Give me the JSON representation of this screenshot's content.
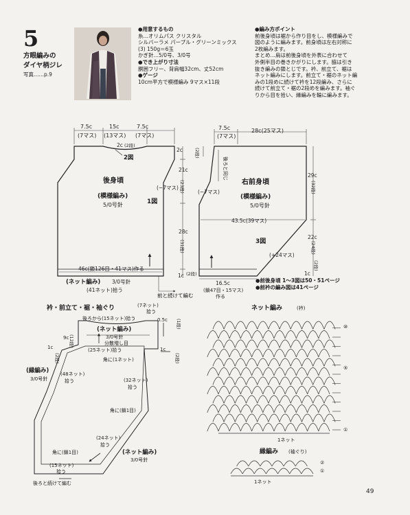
{
  "header": {
    "number": "5",
    "title_line1": "方眼編みの",
    "title_line2": "ダイヤ柄ジレ",
    "photo_ref": "写真……p.9"
  },
  "materials": {
    "heading": "●用意するもの",
    "lines": [
      "糸…オリムパス クリスタル",
      "シルバーラメ パープル・グリーンミックス",
      "(3) 150g＝6玉",
      "かぎ針…5/0号、3/0号"
    ]
  },
  "size": {
    "heading": "●でき上がり寸法",
    "line": "胴囲フリー、背肩幅32cm、丈52cm"
  },
  "gauge": {
    "heading": "●ゲージ",
    "line": "10cm平方で模様編み 9マス×11段"
  },
  "points": {
    "heading": "●編み方ポイント",
    "lines": [
      "前後身頃は裾から作り目をし、模様編みで",
      "図のように編みます。前身頃は左右対称に",
      "2枚編みます。",
      "まとめ…肩は前後身頃を外表に合わせて",
      "外側半目の巻きかがりにします。脇は引き",
      "抜き編みの鎖とじです。衿、前立て、裾は",
      "ネット編みにします。前立て・裾のネット編",
      "みの1段めに続けて衿を12段編み、さらに",
      "続けて前立て・裾の2段めを編みます。袖ぐ",
      "りから目を拾い、縁編みを輪に編みます。"
    ]
  },
  "back": {
    "title": "後身頃",
    "pattern": "(模様編み)",
    "hook": "5/0号針",
    "top_dims": [
      "7.5c",
      "15c",
      "7.5c"
    ],
    "top_counts": [
      "(7マス)",
      "(13マス)",
      "(7マス)"
    ],
    "neck_depth": "2c",
    "neck_rows": "(2段)",
    "fig2": "2図",
    "fig1": "1図",
    "side_count": "(−7マス)",
    "armhole_height": "21c",
    "armhole_rows": "(23段)",
    "body_height": "28c",
    "body_rows": "(31段)",
    "hem_dim": "1c",
    "hem_rows": "(2段)",
    "chain": "46c(鎖126目・41マス)作る",
    "net": "(ネット編み)",
    "net_hook": "3/0号針",
    "pickup": "(41ネット)拾う",
    "continue": "前と続けて編む"
  },
  "front": {
    "title": "右前身頃",
    "pattern": "(模様編み)",
    "hook": "5/0号針",
    "top_dim": "7.5c",
    "top_count": "(7マス)",
    "shoulder": "28c(25マス)",
    "neck_depth": "2c",
    "neck_rows": "(2段)",
    "back_side": "後ろと同じ",
    "armhole_count": "(−7マス)",
    "width": "43.5c(39マス)",
    "fig3": "3図",
    "inc": "(+24マス)",
    "total_height": "29c",
    "total_rows": "(32段)",
    "lower_height": "22c",
    "lower_rows": "(24段)",
    "hem_dim": "1c",
    "hem_rows": "(2段)",
    "chain_dim": "16.5c",
    "chain_count": "(鎖47目・15マス)",
    "make": "作る"
  },
  "refs": {
    "line1": "●前後身頃 1〜3図は50・51ページ",
    "line2": "●前衿の編み図は41ページ"
  },
  "collar": {
    "title": "衿・前立て・裾・袖ぐり",
    "top_right": "(7ネット)",
    "top_right_pick": "拾う",
    "from_back": "後ろから(15ネット)拾う",
    "gap": "0.5c",
    "gap_rows": "(1段)",
    "net": "(ネット編み)",
    "net_hook": "3/0号針",
    "dec": "分散増し目",
    "c9": "9c",
    "c9_rows": "(12段)",
    "pick25": "(25ネット)拾う",
    "corner1": "角に(1ネット)",
    "c1a": "1c",
    "c1a_rows": "(2段)",
    "c1b": "1c",
    "c1b_rows": "(2段)",
    "edge": "(縁編み)",
    "edge_hook": "3/0号針",
    "pick48": "(48ネット)",
    "pick48b": "拾う",
    "pick32": "(32ネット)",
    "pick32b": "拾う",
    "corner_chain": "角に(鎖1目)",
    "pick24": "(24ネット)",
    "pick24b": "拾う",
    "net2": "(ネット編み)",
    "net2_hook": "3/0号針",
    "corner_chain2": "角に(鎖1目)",
    "pick15": "(15ネット)",
    "pick15b": "拾う",
    "continue": "後ろと続けて編む"
  },
  "net_chart": {
    "title": "ネット編み",
    "suffix": "(衿)",
    "row_labels": [
      "⑩",
      "⑤",
      "①"
    ],
    "bottom_label": "1ネット"
  },
  "edge_chart": {
    "title": "縁編み",
    "suffix": "(袖ぐり)",
    "row_labels": [
      "②",
      "①"
    ],
    "bottom_label": "1ネット"
  },
  "page_number": "49"
}
